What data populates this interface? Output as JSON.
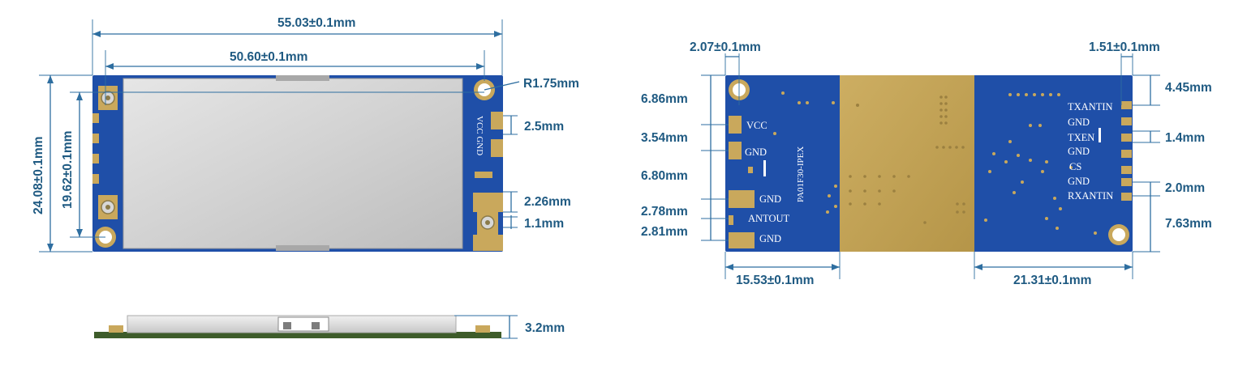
{
  "diagram": {
    "top_view": {
      "overall_length": "55.03±0.1mm",
      "shield_length": "50.60±0.1mm",
      "overall_width": "24.08±0.1mm",
      "hole_spacing": "19.62±0.1mm",
      "hole_radius": "R1.75mm",
      "pin_pitch": "2.5mm",
      "pad_size": "2.26mm",
      "antenna_offset": "1.1mm",
      "silk_label": "VCC GND"
    },
    "side_view": {
      "height": "3.2mm"
    },
    "bottom_view": {
      "left_hole_offset": "2.07±0.1mm",
      "right_hole_offset": "1.51±0.1mm",
      "left_margin_top": "6.86mm",
      "left_pitch_1": "3.54mm",
      "left_pitch_2": "6.80mm",
      "left_pitch_3": "2.78mm",
      "left_pitch_4": "2.81mm",
      "right_margin_top": "4.45mm",
      "right_pitch_1": "1.4mm",
      "right_pitch_2": "2.0mm",
      "right_margin_bottom": "7.63mm",
      "left_section_width": "15.53±0.1mm",
      "right_section_width": "21.31±0.1mm",
      "model_label": "PA01F30-IPEX",
      "left_pins": [
        "VCC",
        "GND",
        "GND",
        "ANTOUT",
        "GND"
      ],
      "right_pins": [
        "TXANTIN",
        "GND",
        "TXEN",
        "GND",
        "CS",
        "GND",
        "RXANTIN"
      ]
    }
  }
}
